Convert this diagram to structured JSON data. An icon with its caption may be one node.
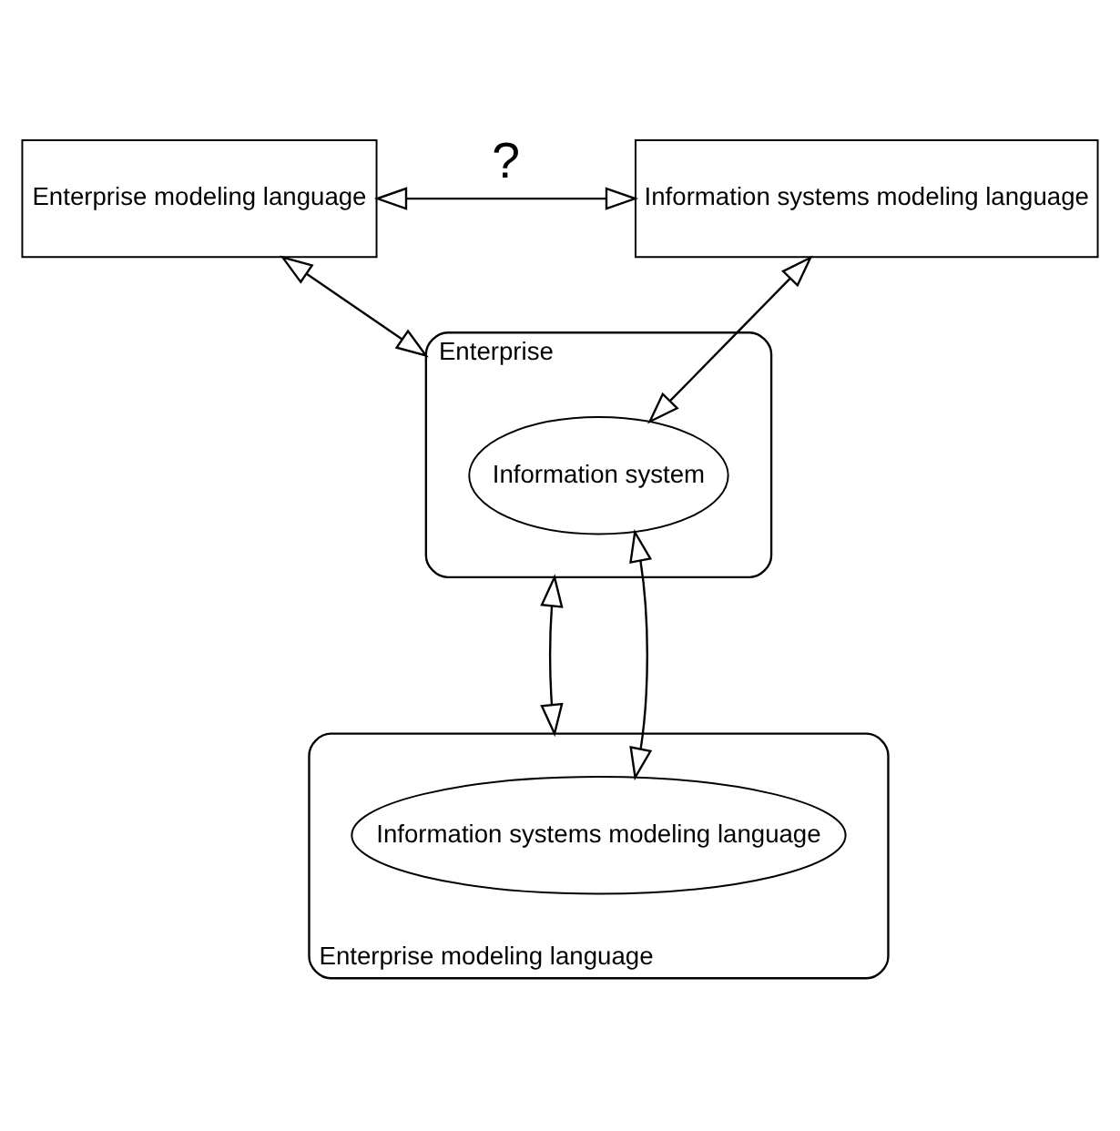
{
  "diagram": {
    "nodes": [
      {
        "text": [
          "Enterprise modeling language"
        ]
      },
      {
        "text": [
          "Information systems modeling language"
        ]
      },
      {
        "text": [
          "Enterprise"
        ]
      },
      {
        "text": [
          "Information system"
        ],
        "in": 2
      },
      {
        "text": [
          "Enterprise modeling language"
        ]
      },
      {
        "text": [
          "Information systems modeling language"
        ],
        "in": 4
      }
    ],
    "edges": [
      {
        "from": 0,
        "to": 1,
        "arrow": "both",
        "label": "?"
      },
      {
        "from": 0,
        "to": 2,
        "arrow": "both"
      },
      {
        "from": 1,
        "to": 3,
        "arrow": "both"
      },
      {
        "from": 2,
        "to": 4,
        "arrow": "both"
      },
      {
        "from": 3,
        "to": 5,
        "arrow": "both"
      }
    ]
  }
}
